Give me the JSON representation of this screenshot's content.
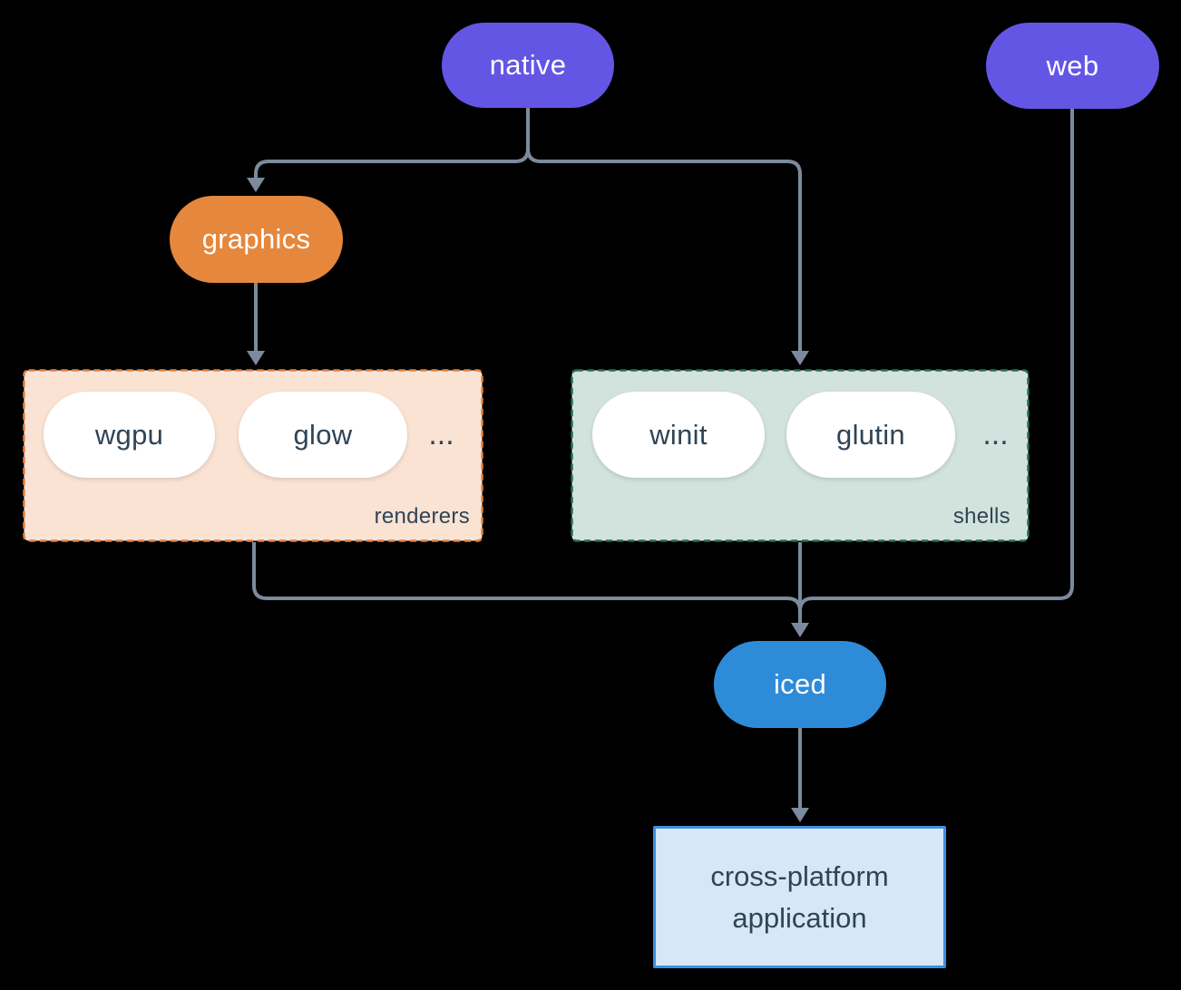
{
  "colors": {
    "background": "#000000",
    "node_purple": "#6456e4",
    "node_orange": "#e5873c",
    "node_blue": "#2e8bd8",
    "pill_white": "#ffffff",
    "renderers_fill": "#fae3d3",
    "renderers_border": "#e8813a",
    "shells_fill": "#d2e2dc",
    "shells_border": "#1e7259",
    "app_fill": "#d6e7f8",
    "app_border": "#3f8fe0",
    "connector": "#7b8a9c",
    "text_dark": "#2f4456",
    "text_light": "#ffffff"
  },
  "nodes": {
    "native": "native",
    "web": "web",
    "graphics": "graphics",
    "wgpu": "wgpu",
    "glow": "glow",
    "winit": "winit",
    "glutin": "glutin",
    "iced": "iced",
    "application": "cross-platform application"
  },
  "groups": {
    "renderers": {
      "label": "renderers",
      "ellipsis": "..."
    },
    "shells": {
      "label": "shells",
      "ellipsis": "..."
    }
  },
  "edges": [
    {
      "from": "native",
      "to": "graphics"
    },
    {
      "from": "native",
      "to": "shells"
    },
    {
      "from": "graphics",
      "to": "renderers"
    },
    {
      "from": "renderers",
      "to": "iced"
    },
    {
      "from": "shells",
      "to": "iced"
    },
    {
      "from": "web",
      "to": "iced"
    },
    {
      "from": "iced",
      "to": "application"
    }
  ]
}
